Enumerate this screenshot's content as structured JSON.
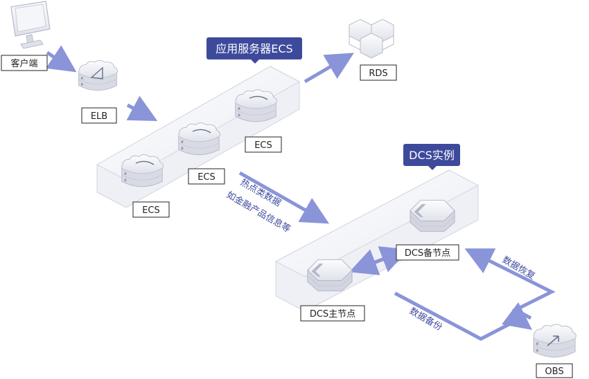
{
  "nodes": {
    "client": "客户端",
    "elb": "ELB",
    "ecs1": "ECS",
    "ecs2": "ECS",
    "ecs3": "ECS",
    "rds": "RDS",
    "dcs_master": "DCS主节点",
    "dcs_backup": "DCS备节点",
    "obs": "OBS"
  },
  "groups": {
    "ecs_group_title": "应用服务器ECS",
    "dcs_group_title": "DCS实例"
  },
  "annotations": {
    "hot_data_line1": "热点类数据",
    "hot_data_line2": "如金融产品信息等",
    "data_backup": "数据备份",
    "data_restore": "数据恢复"
  },
  "icons": {
    "client": "monitor-icon",
    "elb": "load-balancer-icon",
    "ecs": "server-icon",
    "rds": "database-icon",
    "dcs": "cache-node-icon",
    "obs": "storage-icon"
  },
  "colors": {
    "accent": "#3d4a9c",
    "arrow": "#8a94d8",
    "label_text": "#222222",
    "platform_fill": "#f2f3f8"
  }
}
